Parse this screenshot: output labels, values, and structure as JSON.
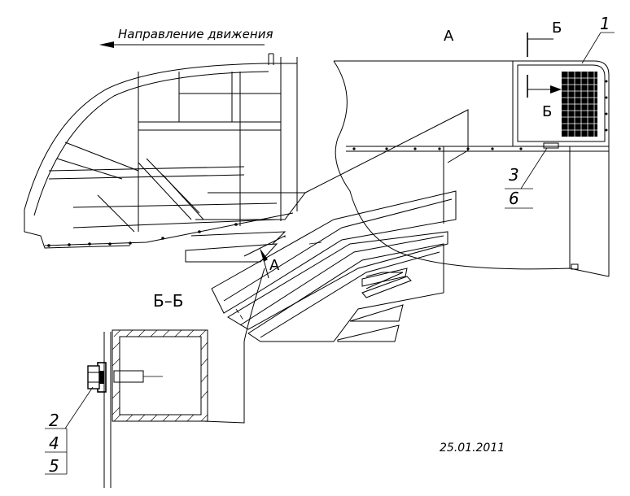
{
  "direction_label": "Направление движения",
  "view_label": "А",
  "section_mark": "Б",
  "section_title": "Б–Б",
  "view_arrow_label": "А",
  "callouts": {
    "c1": "1",
    "c3": "3",
    "c6": "6",
    "c2": "2",
    "c4": "4",
    "c5": "5"
  },
  "date": "25.01.2011"
}
